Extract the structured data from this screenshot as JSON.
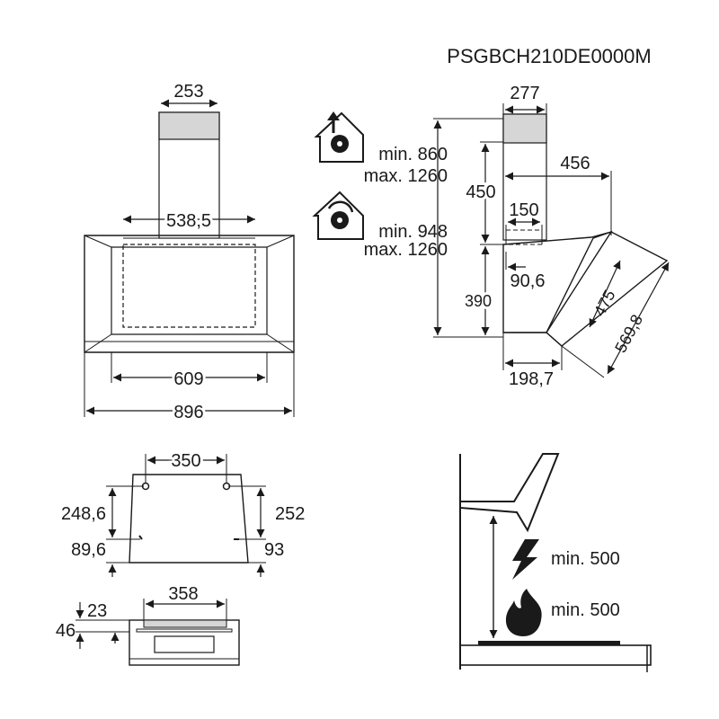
{
  "model_code": "PSGBCH210DE0000M",
  "front_view": {
    "chimney_width": "253",
    "filter_width": "538,5",
    "inner_width": "609",
    "total_width": "896"
  },
  "side_view": {
    "chimney_depth": "277",
    "duct_extraction": {
      "min": "min. 860",
      "max": "max. 1260",
      "icon": "extraction-house-icon"
    },
    "recirculation": {
      "min": "min. 948",
      "max": "max. 1260",
      "icon": "recirculation-house-icon"
    },
    "chimney_height": "450",
    "canopy_projection": "456",
    "outlet_diameter": "150",
    "outlet_offset": "90,6",
    "body_height": "390",
    "glass_length": "475",
    "glass_diagonal": "569,8",
    "bottom_depth": "198,7"
  },
  "wall_bracket": {
    "hole_spacing": "350",
    "left_height": "248,6",
    "right_height": "252",
    "left_bottom": "89,6",
    "right_bottom": "93"
  },
  "top_view": {
    "width": "358",
    "offset": "23",
    "depth": "46"
  },
  "installation": {
    "electric_min": "min. 500",
    "gas_min": "min. 500",
    "electric_icon": "lightning-icon",
    "gas_icon": "flame-icon"
  }
}
